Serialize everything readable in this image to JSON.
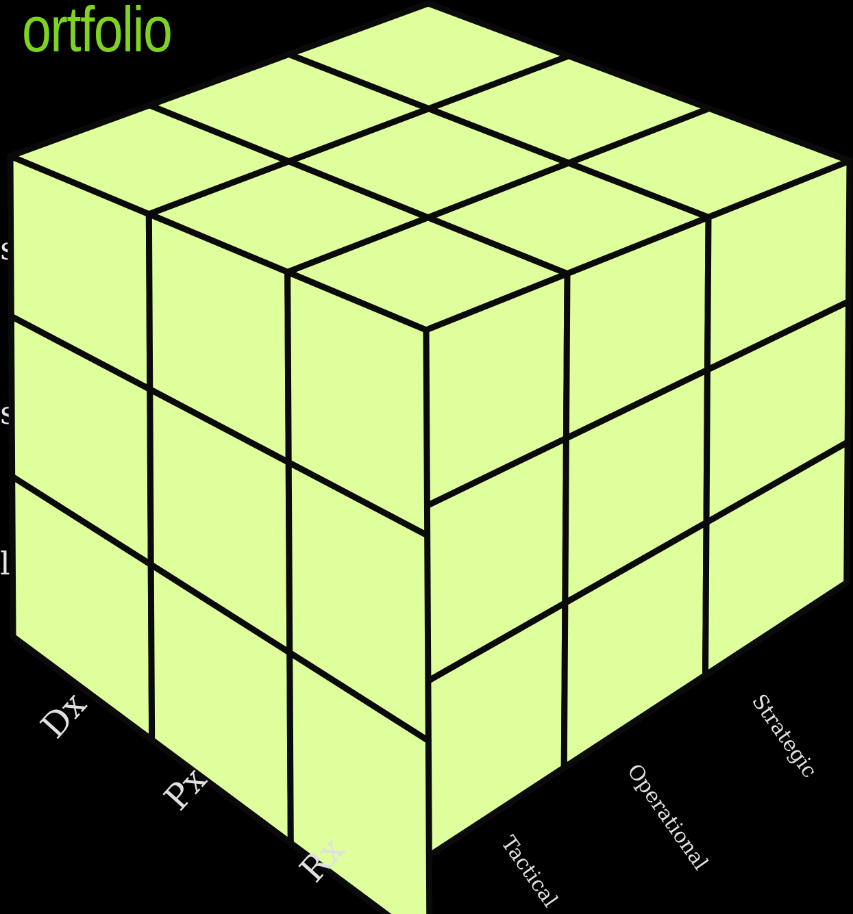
{
  "title": "ortfolio",
  "left_labels": [
    "s",
    "s",
    "ls"
  ],
  "axis_left": [
    "Dx",
    "Px",
    "Rx"
  ],
  "axis_right": [
    "Tactical",
    "Operational",
    "Strategic"
  ],
  "colors": {
    "background": "#000000",
    "face": "#deff9c",
    "edge": "#0a0a0a",
    "title": "#7ed321",
    "label": "#e0e0e0"
  }
}
